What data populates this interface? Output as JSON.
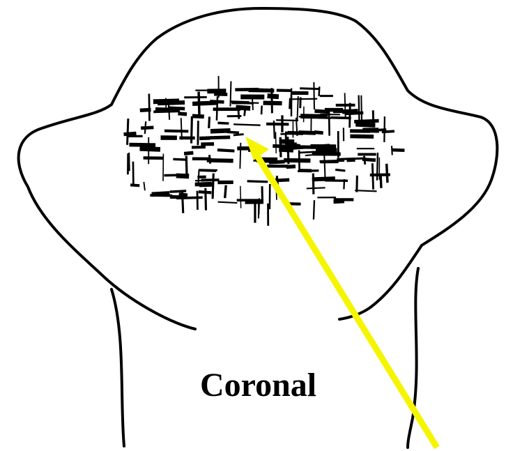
{
  "diagram": {
    "label": "Coronal",
    "colors": {
      "outline": "#000000",
      "arrow": "#f5f500",
      "background": "#ffffff",
      "hatching": "#000000"
    },
    "icons": [
      "head-outline-shape",
      "crosshatch-texture",
      "pointer-arrow"
    ]
  }
}
